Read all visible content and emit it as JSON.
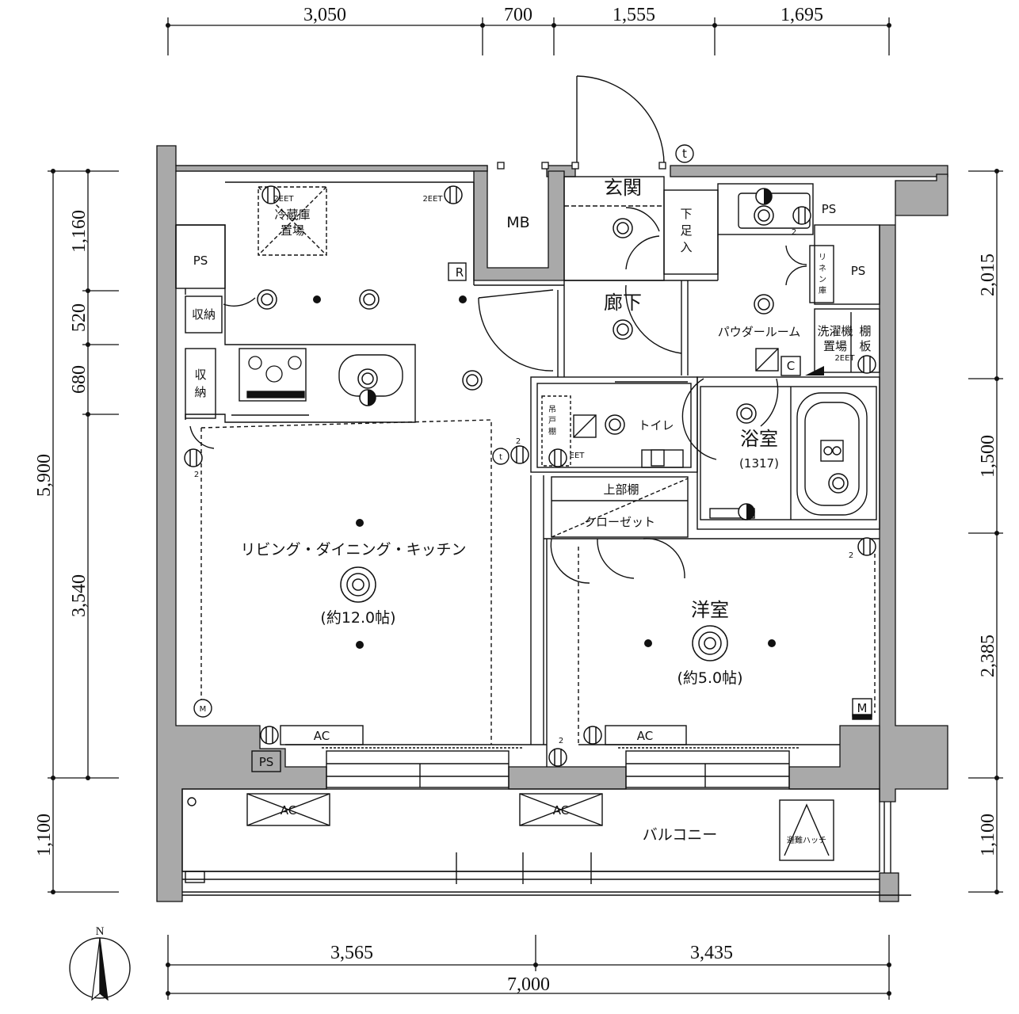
{
  "dimensions": {
    "top": [
      "3,050",
      "700",
      "1,555",
      "1,695"
    ],
    "left": [
      "1,160",
      "520",
      "680",
      "5,900",
      "3,540",
      "1,100"
    ],
    "right": [
      "2,015",
      "1,500",
      "2,385",
      "1,100"
    ],
    "bottom": [
      "3,565",
      "3,435",
      "7,000"
    ]
  },
  "rooms": {
    "ldk": "リビング・ダイニング・キッチン",
    "ldk_size": "(約12.0帖)",
    "western": "洋室",
    "western_size": "(約5.0帖)",
    "entrance": "玄関",
    "corridor": "廊下",
    "powder": "パウダールーム",
    "bath": "浴室",
    "bath_size": "(1317)",
    "toilet": "トイレ",
    "closet": "クローゼット",
    "upper_shelf": "上部棚",
    "balcony": "バルコニー",
    "mb": "MB"
  },
  "labels": {
    "ps": "PS",
    "ac": "AC",
    "r": "R",
    "c": "C",
    "m": "M",
    "t": "t",
    "fridge_1": "冷蔵庫",
    "fridge_2": "置場",
    "storage_1": "収納",
    "storage_2_a": "収",
    "storage_2_b": "納",
    "shoe_1": "下",
    "shoe_2": "足",
    "shoe_3": "入",
    "linen_1": "リ",
    "linen_2": "ネ",
    "linen_3": "ン",
    "linen_4": "庫",
    "washer_1": "洗濯機",
    "washer_2": "置場",
    "shelf_1": "棚",
    "shelf_2": "板",
    "hang_1": "吊",
    "hang_2": "戸",
    "hang_3": "棚",
    "eet": "2EET",
    "eet_short": "EET",
    "escape": "避難ハッチ",
    "north": "N",
    "two": "2"
  }
}
